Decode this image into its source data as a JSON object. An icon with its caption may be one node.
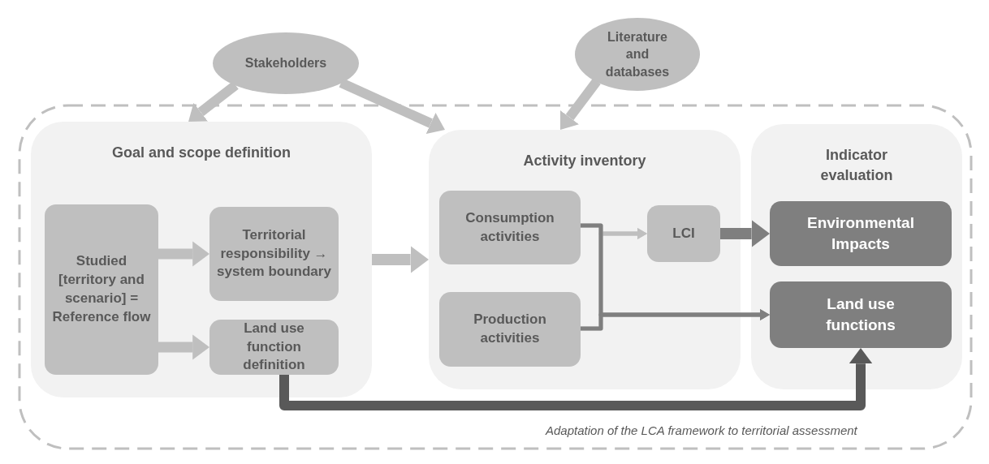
{
  "diagram": {
    "caption": "Adaptation of the LCA framework to territorial assessment",
    "nodes": [
      {
        "text": [
          "Stakeholders"
        ]
      },
      {
        "text": [
          "Literature and databases"
        ]
      },
      {
        "text": [],
        "shape": "box"
      },
      {
        "text": [
          "Goal and scope definition"
        ],
        "in": 2
      },
      {
        "text": [
          "Studied [territory and scenario] = Reference flow"
        ],
        "in": 3
      },
      {
        "text": [
          "Territorial responsibility → system boundary"
        ],
        "in": 3
      },
      {
        "text": [
          "Land use function definition"
        ],
        "in": 3
      },
      {
        "text": [
          "Activity inventory"
        ],
        "in": 2
      },
      {
        "text": [
          "Consumption activities"
        ],
        "in": 7
      },
      {
        "text": [
          "Production activities"
        ],
        "in": 7
      },
      {
        "text": [
          "LCI"
        ],
        "in": 7
      },
      {
        "text": [
          "Indicator evaluation"
        ],
        "in": 2
      },
      {
        "text": [
          "Environmental Impacts"
        ],
        "in": 11
      },
      {
        "text": [
          "Land use functions"
        ],
        "in": 11
      }
    ],
    "edges": [
      {
        "from": 0,
        "to": 3,
        "arrow": "to"
      },
      {
        "from": 0,
        "to": 7,
        "arrow": "to"
      },
      {
        "from": 1,
        "to": 7,
        "arrow": "to"
      },
      {
        "from": 3,
        "to": 7,
        "arrow": "to"
      },
      {
        "from": 4,
        "to": 5,
        "arrow": "to"
      },
      {
        "from": 4,
        "to": 6,
        "arrow": "to"
      },
      {
        "from": 8,
        "to": 10,
        "arrow": "to"
      },
      {
        "from": 9,
        "to": 10,
        "arrow": "to"
      },
      {
        "from": 8,
        "to": 13,
        "arrow": "to",
        "color": "#7f7f7f"
      },
      {
        "from": 9,
        "to": 13,
        "arrow": "to",
        "color": "#7f7f7f"
      },
      {
        "from": 10,
        "to": 12,
        "arrow": "to",
        "color": "#7f7f7f"
      },
      {
        "from": 6,
        "to": 13,
        "arrow": "to",
        "color": "#595959"
      }
    ]
  }
}
